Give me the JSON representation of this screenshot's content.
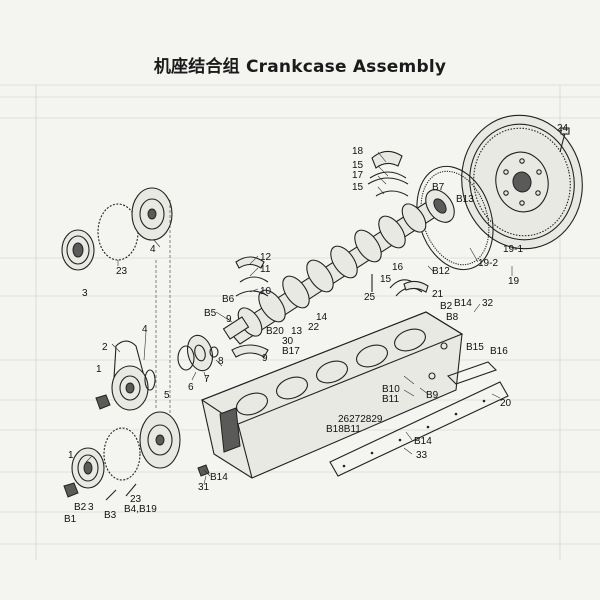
{
  "title": "机座结合组 Crankcase Assembly",
  "labels": [
    {
      "id": "24",
      "text": "24"
    },
    {
      "id": "18",
      "text": "18"
    },
    {
      "id": "15a",
      "text": "15"
    },
    {
      "id": "17",
      "text": "17"
    },
    {
      "id": "15b",
      "text": "15"
    },
    {
      "id": "b7",
      "text": "B7"
    },
    {
      "id": "b13",
      "text": "B13"
    },
    {
      "id": "19-1",
      "text": "19-1"
    },
    {
      "id": "19-2",
      "text": "19-2"
    },
    {
      "id": "19",
      "text": "19"
    },
    {
      "id": "4a",
      "text": "4"
    },
    {
      "id": "23a",
      "text": "23"
    },
    {
      "id": "3",
      "text": "3"
    },
    {
      "id": "12",
      "text": "12"
    },
    {
      "id": "11",
      "text": "11"
    },
    {
      "id": "10",
      "text": "10"
    },
    {
      "id": "b6",
      "text": "B6"
    },
    {
      "id": "16",
      "text": "16"
    },
    {
      "id": "15c",
      "text": "15"
    },
    {
      "id": "b12",
      "text": "B12"
    },
    {
      "id": "25",
      "text": "25"
    },
    {
      "id": "21",
      "text": "21"
    },
    {
      "id": "b14a",
      "text": "B14"
    },
    {
      "id": "32",
      "text": "32"
    },
    {
      "id": "b2a",
      "text": "B2"
    },
    {
      "id": "b8",
      "text": "B8"
    },
    {
      "id": "b5",
      "text": "B5"
    },
    {
      "id": "9a",
      "text": "9"
    },
    {
      "id": "b20",
      "text": "B20"
    },
    {
      "id": "13",
      "text": "13"
    },
    {
      "id": "14",
      "text": "14"
    },
    {
      "id": "22",
      "text": "22"
    },
    {
      "id": "30",
      "text": "30"
    },
    {
      "id": "b17",
      "text": "B17"
    },
    {
      "id": "2",
      "text": "2"
    },
    {
      "id": "4b",
      "text": "4"
    },
    {
      "id": "6",
      "text": "6"
    },
    {
      "id": "7",
      "text": "7"
    },
    {
      "id": "8",
      "text": "8"
    },
    {
      "id": "9b",
      "text": "9"
    },
    {
      "id": "b15",
      "text": "B15"
    },
    {
      "id": "b16",
      "text": "B16"
    },
    {
      "id": "1a",
      "text": "1"
    },
    {
      "id": "5",
      "text": "5"
    },
    {
      "id": "b10",
      "text": "B10"
    },
    {
      "id": "b11",
      "text": "B11"
    },
    {
      "id": "b9",
      "text": "B9"
    },
    {
      "id": "20",
      "text": "20"
    },
    {
      "id": "26272829",
      "text": "26272829"
    },
    {
      "id": "b18b11",
      "text": "B18B11"
    },
    {
      "id": "b14b",
      "text": "B14"
    },
    {
      "id": "33",
      "text": "33"
    },
    {
      "id": "1b",
      "text": "1"
    },
    {
      "id": "b14c",
      "text": "B14"
    },
    {
      "id": "31",
      "text": "31"
    },
    {
      "id": "b2b",
      "text": "B2"
    },
    {
      "id": "3b",
      "text": "3"
    },
    {
      "id": "23b",
      "text": "23"
    },
    {
      "id": "b1",
      "text": "B1"
    },
    {
      "id": "b3",
      "text": "B3"
    },
    {
      "id": "b4b19",
      "text": "B4,B19"
    }
  ]
}
